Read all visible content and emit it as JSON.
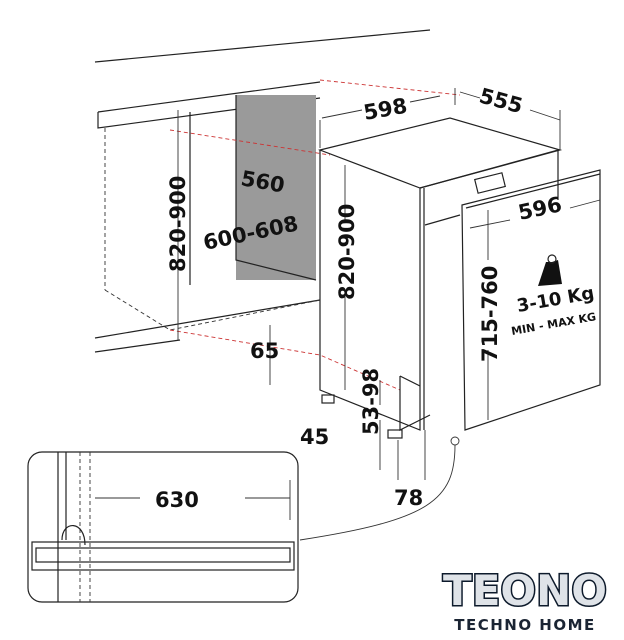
{
  "dimensions": {
    "width_unit": "598",
    "depth_unit": "555",
    "niche_depth": "560",
    "niche_width": "600-608",
    "niche_height": "820-900",
    "unit_height": "820-900",
    "panel_width": "596",
    "panel_height": "715-760",
    "plinth_depth": "65",
    "foot_offset": "45",
    "plinth_height": "53-98",
    "panel_offset": "78",
    "pipe_distance": "630"
  },
  "panel_weight": {
    "value": "3-10 Kg",
    "caption": "MIN - MAX KG"
  },
  "logo": {
    "brand": "TEONO",
    "tagline": "TECHNO HOME"
  }
}
